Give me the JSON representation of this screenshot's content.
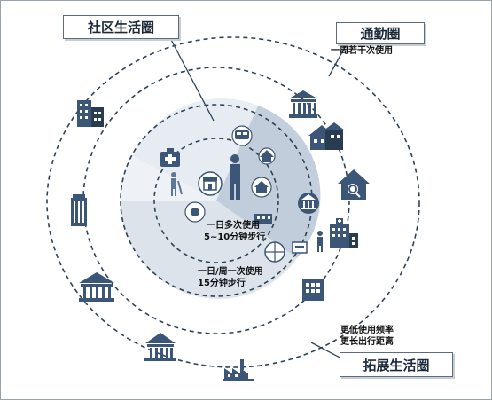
{
  "labels": {
    "community": "社区生活圈",
    "commute": "通勤圈",
    "commute_note": "一周若干次使用",
    "inner_note_1": "一日多次使用",
    "inner_note_2": "5~10分钟步行",
    "middle_note_1": "一日/周一次使用",
    "middle_note_2": "15分钟步行",
    "outer_note_1": "更低使用频率",
    "outer_note_2": "更长出行距离",
    "extended": "拓展生活圈"
  },
  "colors": {
    "ring": "#2f4258",
    "icon": "#3b5676",
    "icon_dark": "#2a3c52",
    "light_fill": "#d9e1ea",
    "mid_fill": "#b9c7d6"
  },
  "icons": [
    "office-building-icon",
    "government-building-icon",
    "housing-icon",
    "search-home-icon",
    "museum-icon",
    "hospital-icon",
    "apartment-building-icon",
    "tower-building-icon",
    "law-court-icon",
    "classical-bank-icon",
    "factory-icon",
    "medical-kit-icon",
    "elderly-walking-icon",
    "shop-icon",
    "person-icon",
    "basketball-icon",
    "bus-icon",
    "family-icon",
    "school-icon",
    "clinic-icon",
    "library-icon",
    "pedestrian-icon"
  ]
}
